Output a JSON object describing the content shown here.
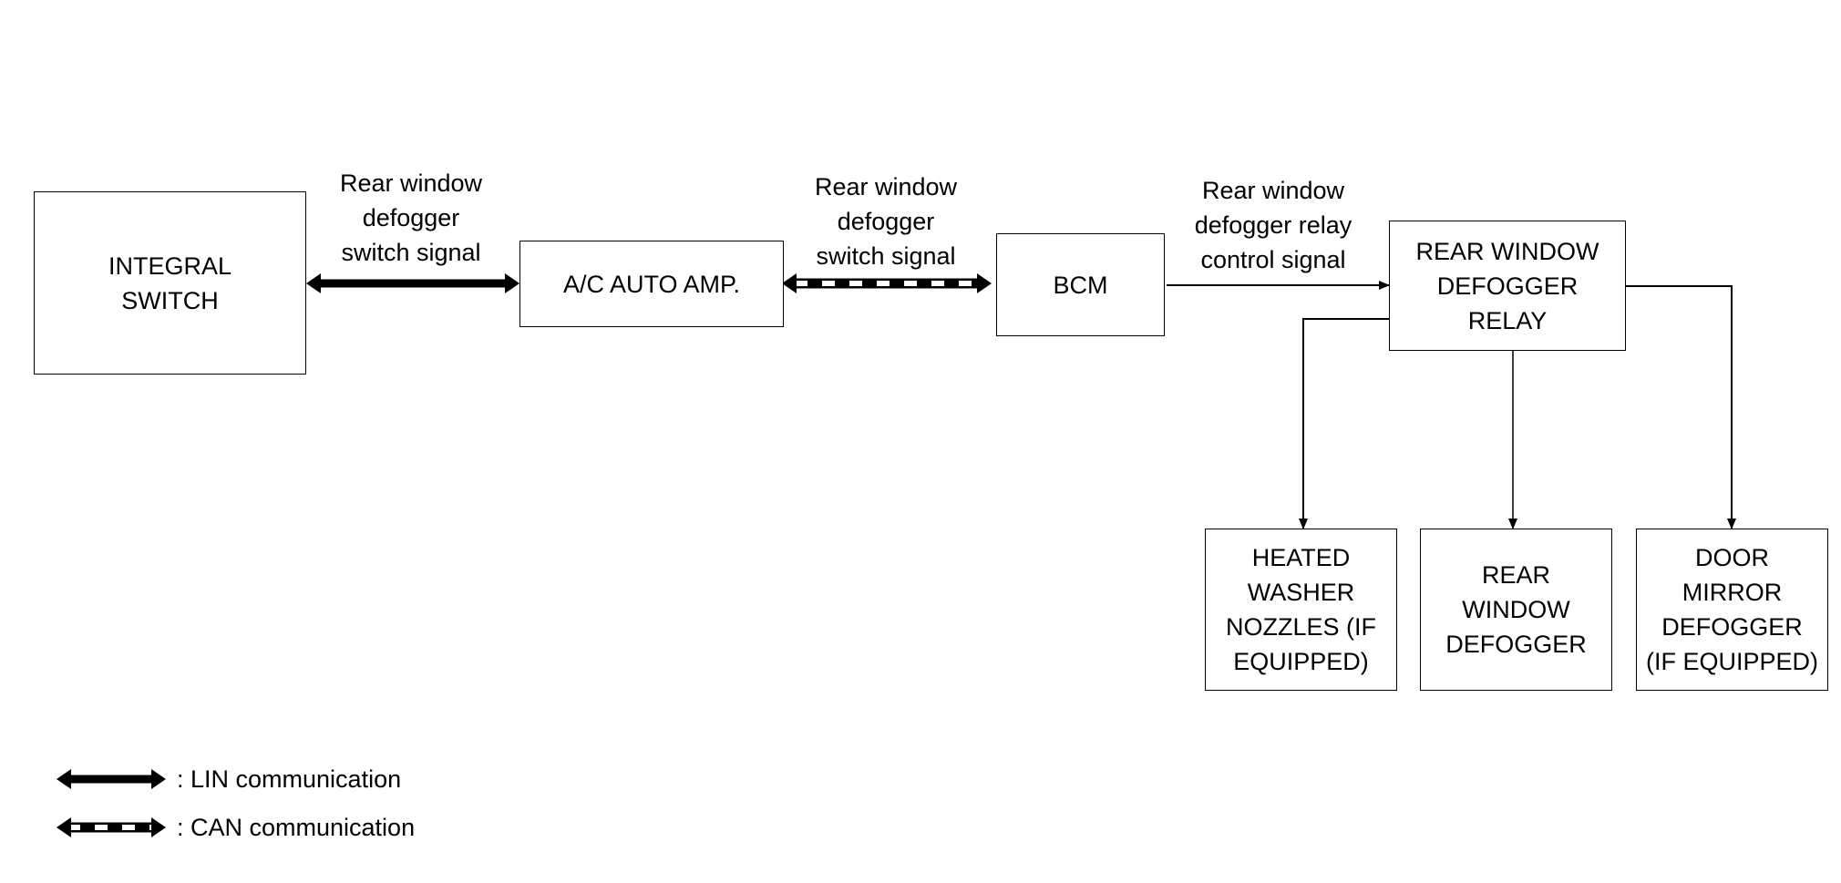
{
  "blocks": {
    "integral_switch": "INTEGRAL\nSWITCH",
    "ac_auto_amp": "A/C AUTO AMP.",
    "bcm": "BCM",
    "defogger_relay": "REAR WINDOW\nDEFOGGER\nRELAY",
    "heated_washer": "HEATED\nWASHER\nNOZZLES (IF\nEQUIPPED)",
    "rear_defogger": "REAR\nWINDOW\nDEFOGGER",
    "door_mirror": "DOOR\nMIRROR\nDEFOGGER\n(IF EQUIPPED)"
  },
  "signals": {
    "switch_to_amp": "Rear window\ndefogger\nswitch signal",
    "amp_to_bcm": "Rear window\ndefogger\nswitch signal",
    "bcm_to_relay": "Rear window\ndefogger relay\ncontrol signal"
  },
  "legend": {
    "lin": ": LIN communication",
    "can": ": CAN communication"
  }
}
